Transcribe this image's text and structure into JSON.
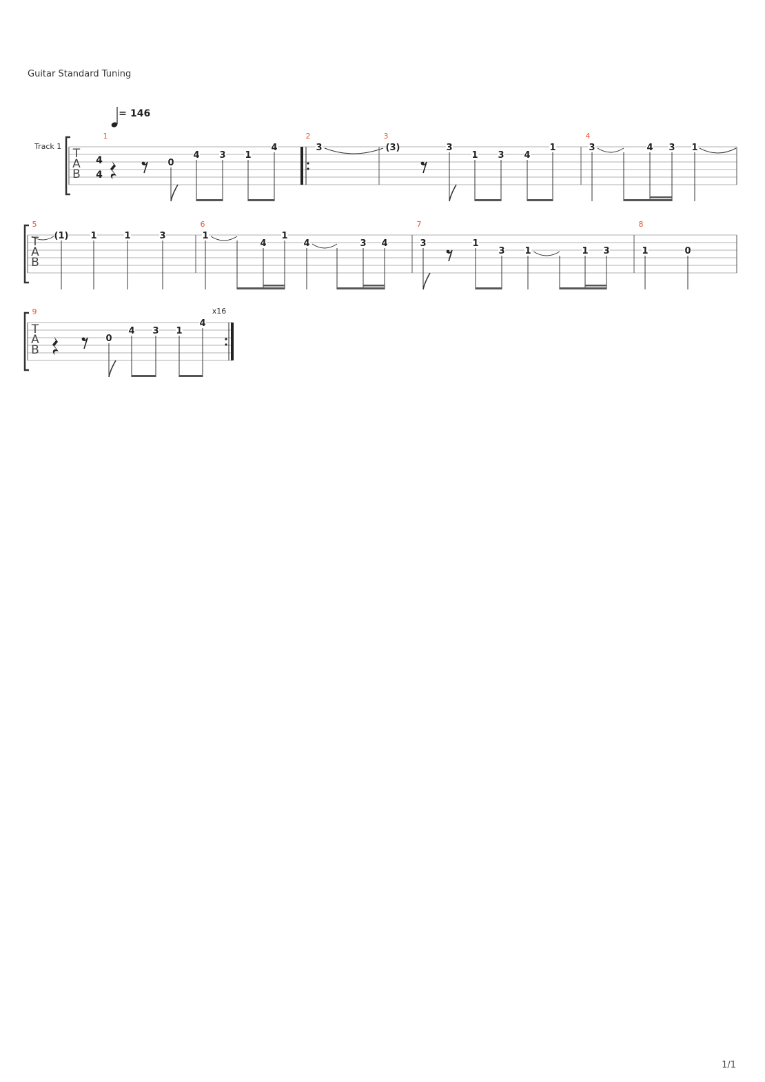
{
  "header": {
    "tuning": "Guitar Standard Tuning"
  },
  "tempo": {
    "equals": "=",
    "bpm": "146"
  },
  "track": {
    "name": "Track 1"
  },
  "time_signature": {
    "top": "4",
    "bottom": "4"
  },
  "tab_letters": [
    "T",
    "A",
    "B"
  ],
  "repeat": {
    "count_label": "x16"
  },
  "measures": [
    {
      "number": "1",
      "events": [
        {
          "kind": "rest_quarter"
        },
        {
          "kind": "rest_eighth"
        },
        {
          "kind": "note",
          "fret": "0",
          "string": 3,
          "stem": "flag"
        },
        {
          "kind": "note",
          "fret": "4",
          "string": 2,
          "stem": "beam8",
          "group": "a"
        },
        {
          "kind": "note",
          "fret": "3",
          "string": 2,
          "stem": "beam8",
          "group": "a"
        },
        {
          "kind": "note",
          "fret": "1",
          "string": 2,
          "stem": "beam8",
          "group": "b"
        },
        {
          "kind": "note",
          "fret": "4",
          "string": 1,
          "stem": "beam8",
          "group": "b"
        }
      ]
    },
    {
      "number": "2",
      "events": [
        {
          "kind": "note",
          "fret": "3",
          "string": 1,
          "stem": "none",
          "tie_to_next": true
        }
      ]
    },
    {
      "number": "3",
      "events": [
        {
          "kind": "note",
          "fret": "(3)",
          "string": 1,
          "stem": "none"
        },
        {
          "kind": "rest_eighth"
        },
        {
          "kind": "note",
          "fret": "3",
          "string": 1,
          "stem": "flag"
        },
        {
          "kind": "note",
          "fret": "1",
          "string": 2,
          "stem": "beam8",
          "group": "a"
        },
        {
          "kind": "note",
          "fret": "3",
          "string": 2,
          "stem": "beam8",
          "group": "a"
        },
        {
          "kind": "note",
          "fret": "4",
          "string": 2,
          "stem": "beam8",
          "group": "b"
        },
        {
          "kind": "note",
          "fret": "1",
          "string": 1,
          "stem": "beam8",
          "group": "b"
        }
      ]
    },
    {
      "number": "4",
      "events": [
        {
          "kind": "note",
          "fret": "3",
          "string": 1,
          "stem": "quarter",
          "tie_to_next": true
        },
        {
          "kind": "note",
          "fret": "",
          "string": 1,
          "stem": "beam8",
          "group": "a"
        },
        {
          "kind": "note",
          "fret": "4",
          "string": 1,
          "stem": "beam16",
          "group": "a"
        },
        {
          "kind": "note",
          "fret": "3",
          "string": 1,
          "stem": "beam16",
          "group": "a"
        },
        {
          "kind": "note",
          "fret": "1",
          "string": 1,
          "stem": "quarter",
          "tie_to_next": true
        }
      ]
    },
    {
      "number": "5",
      "events": [
        {
          "kind": "note",
          "fret": "(1)",
          "string": 1,
          "stem": "quarter"
        },
        {
          "kind": "note",
          "fret": "1",
          "string": 1,
          "stem": "quarter"
        },
        {
          "kind": "note",
          "fret": "1",
          "string": 1,
          "stem": "quarter"
        },
        {
          "kind": "note",
          "fret": "3",
          "string": 1,
          "stem": "quarter"
        }
      ]
    },
    {
      "number": "6",
      "events": [
        {
          "kind": "note",
          "fret": "1",
          "string": 1,
          "stem": "quarter",
          "tie_to_next": true
        },
        {
          "kind": "note",
          "fret": "",
          "string": 1,
          "stem": "beam8",
          "group": "a"
        },
        {
          "kind": "note",
          "fret": "4",
          "string": 2,
          "stem": "beam16",
          "group": "a"
        },
        {
          "kind": "note",
          "fret": "1",
          "string": 1,
          "stem": "beam16",
          "group": "a"
        },
        {
          "kind": "note",
          "fret": "4",
          "string": 2,
          "stem": "quarter",
          "tie_to_next": true
        },
        {
          "kind": "note",
          "fret": "",
          "string": 2,
          "stem": "beam8",
          "group": "b"
        },
        {
          "kind": "note",
          "fret": "3",
          "string": 2,
          "stem": "beam16",
          "group": "b"
        },
        {
          "kind": "note",
          "fret": "4",
          "string": 2,
          "stem": "beam16",
          "group": "b"
        }
      ]
    },
    {
      "number": "7",
      "events": [
        {
          "kind": "note",
          "fret": "3",
          "string": 2,
          "stem": "flag"
        },
        {
          "kind": "rest_eighth"
        },
        {
          "kind": "note",
          "fret": "1",
          "string": 2,
          "stem": "beam8",
          "group": "a"
        },
        {
          "kind": "note",
          "fret": "3",
          "string": 3,
          "stem": "beam8",
          "group": "a"
        },
        {
          "kind": "note",
          "fret": "1",
          "string": 3,
          "stem": "quarter",
          "tie_to_next": true
        },
        {
          "kind": "note",
          "fret": "",
          "string": 3,
          "stem": "beam8",
          "group": "b"
        },
        {
          "kind": "note",
          "fret": "1",
          "string": 3,
          "stem": "beam16",
          "group": "b"
        },
        {
          "kind": "note",
          "fret": "3",
          "string": 3,
          "stem": "beam16",
          "group": "b"
        }
      ]
    },
    {
      "number": "8",
      "events": [
        {
          "kind": "note",
          "fret": "1",
          "string": 3,
          "stem": "half"
        },
        {
          "kind": "note",
          "fret": "0",
          "string": 3,
          "stem": "half"
        }
      ]
    },
    {
      "number": "9",
      "events": [
        {
          "kind": "rest_quarter"
        },
        {
          "kind": "rest_eighth"
        },
        {
          "kind": "note",
          "fret": "0",
          "string": 3,
          "stem": "flag"
        },
        {
          "kind": "note",
          "fret": "4",
          "string": 2,
          "stem": "beam8",
          "group": "a"
        },
        {
          "kind": "note",
          "fret": "3",
          "string": 2,
          "stem": "beam8",
          "group": "a"
        },
        {
          "kind": "note",
          "fret": "1",
          "string": 2,
          "stem": "beam8",
          "group": "b"
        },
        {
          "kind": "note",
          "fret": "4",
          "string": 1,
          "stem": "beam8",
          "group": "b"
        }
      ]
    }
  ],
  "footer": {
    "page": "1/1"
  }
}
